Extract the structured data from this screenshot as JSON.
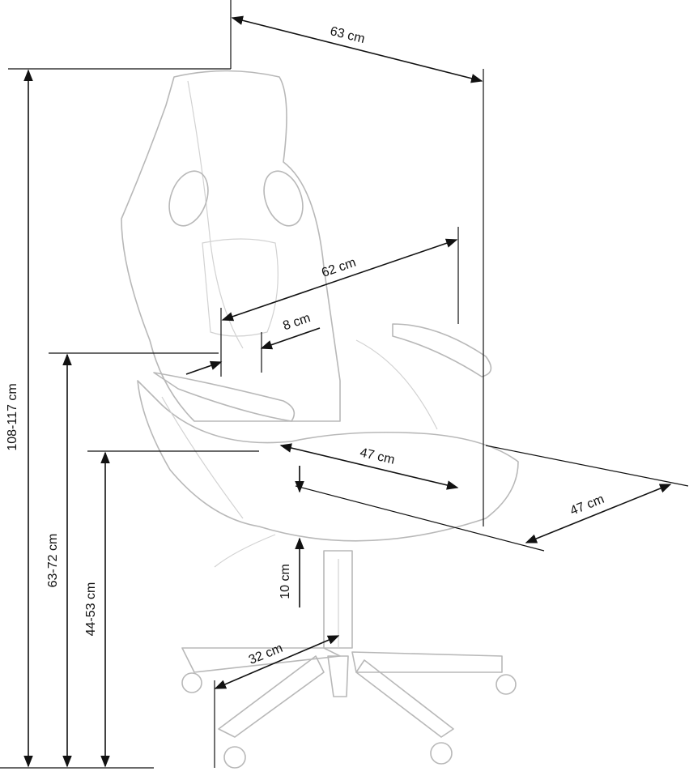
{
  "dimensions": {
    "total_depth": "63 cm",
    "total_height": "108-117 cm",
    "armrest_height": "63-72 cm",
    "seat_height": "44-53 cm",
    "armrest_width": "62 cm",
    "armrest_pad_width": "8 cm",
    "seat_depth": "47 cm",
    "seat_width": "47 cm",
    "height_adjustment": "10 cm",
    "base_radius": "32 cm"
  }
}
